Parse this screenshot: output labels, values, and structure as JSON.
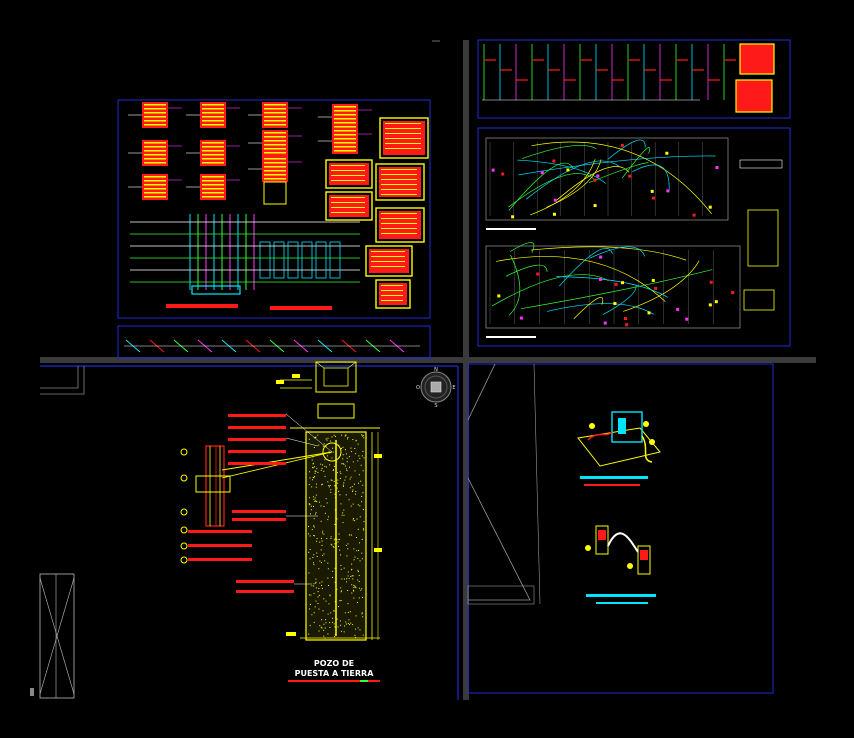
{
  "viewports": {
    "top_left": {
      "name": "electrical-schematic-sheet"
    },
    "top_right_a": {
      "name": "distribution-board-diagrams"
    },
    "top_right_b": {
      "name": "floor-plan-lighting-layout"
    },
    "bottom_left": {
      "name": "grounding-well-detail"
    },
    "bottom_right": {
      "name": "fixture-connection-details"
    }
  },
  "detail_title": {
    "line1": "POZO DE",
    "line2": "PUESTA A TIERRA"
  },
  "view_cube": {
    "north": "N",
    "south": "S",
    "east": "E",
    "west": "O"
  },
  "colors": {
    "background": "#000000",
    "frame": "#1f2bd6",
    "divider": "#3a3a3a",
    "red": "#ff1a1a",
    "yellow": "#ffff00",
    "cyan": "#00e5ff",
    "green": "#33ff33",
    "magenta": "#ff33ff",
    "white": "#ffffff"
  }
}
